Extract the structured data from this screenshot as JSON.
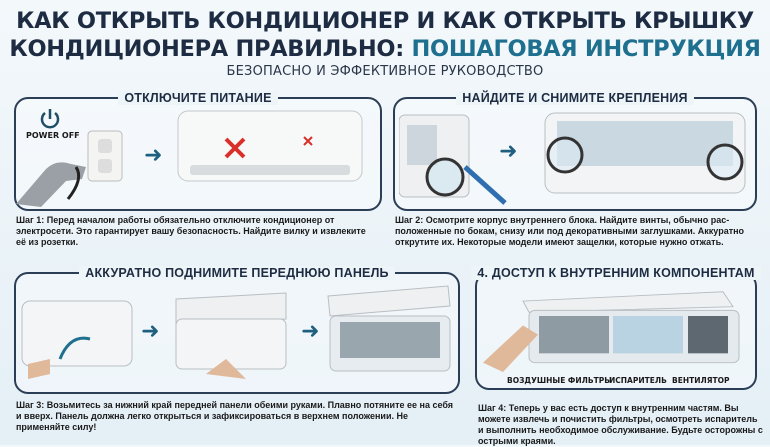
{
  "title": {
    "line1": "КАК ОТКРЫТЬ КОНДИЦИОНЕР И КАК ОТКРЫТЬ КРЫШКУ",
    "line2_a": "КОНДИЦИОНЕРА ПРАВИЛЬНО: ",
    "line2_b": "ПОШАГОВАЯ ИНСТРУКЦИЯ"
  },
  "subtitle": "БЕЗОПАСНО И ЭФФЕКТИВНОЕ РУКОВОДСТВО",
  "steps": [
    {
      "heading": "ОТКЛЮЧИТЕ ПИТАНИЕ",
      "power_label": "POWER OFF",
      "caption": "Шаг 1: Перед началом работы обязательно отключите кондиционер от электросети. Это гарантирует вашу безопасность. Найдите вилку и извлеките её из розетки."
    },
    {
      "heading": "НАЙДИТЕ И СНИМИТЕ КРЕПЛЕНИЯ",
      "caption": "Шаг 2: Осмотрите корпус внутреннего блока. Найдите винты, обычно рас-положенные по бокам, снизу или под декоративными заглушками. Аккуратно открутите их. Некоторые модели имеют защелки, которые нужно отжать."
    },
    {
      "heading": "АККУРАТНО ПОДНИМИТЕ ПЕРЕДНЮЮ ПАНЕЛЬ",
      "caption": "Шаг 3: Возьмитесь за нижний край передней панели обеими руками. Плавно потяните ее на себя и вверх. Панель должна легко открыться и зафиксироваться в верхнем положении. Не применяйте силу!"
    },
    {
      "heading": "4. ДОСТУП К ВНУТРЕННИМ КОМПОНЕНТАМ",
      "labels": [
        "ВОЗДУШНЫЕ ФИЛЬТРЫ",
        "ИСПАРИТЕЛЬ",
        "ВЕНТИЛЯТОР"
      ],
      "caption": "Шаг 4: Теперь у вас есть доступ к внутренним частям. Вы можете извлечь и почистить фильтры, осмотреть испаритель и выполнить необходимое обслуживание. Будьте осторожны с острыми краями."
    }
  ],
  "colors": {
    "navy": "#1d2c42",
    "accent": "#1f6f8f",
    "danger": "#d9302a"
  }
}
